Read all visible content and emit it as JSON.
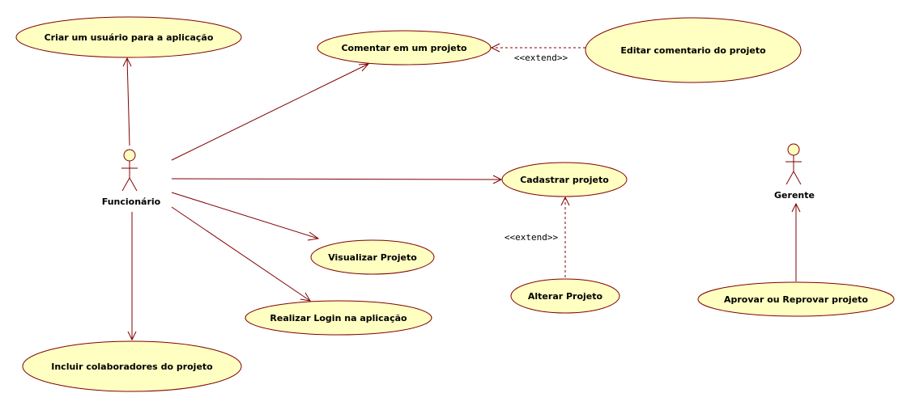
{
  "colors": {
    "usecase_fill": "#ffffc2",
    "line": "#800000",
    "background": "#ffffff"
  },
  "actors": {
    "funcionario": "Funcionário",
    "gerente": "Gerente"
  },
  "usecases": {
    "criar_usuario": "Criar um usuário para a aplicação",
    "comentar": "Comentar em um projeto",
    "editar_comentario": "Editar comentario do projeto",
    "cadastrar": "Cadastrar projeto",
    "visualizar": "Visualizar Projeto",
    "alterar": "Alterar Projeto",
    "aprovar": "Aprovar ou Reprovar projeto",
    "login": "Realizar Login na aplicação",
    "incluir_colaboradores": "Incluir colaboradores do projeto"
  },
  "stereotypes": {
    "extend_comentario": "<<extend>>",
    "extend_alterar": "<<extend>>"
  }
}
